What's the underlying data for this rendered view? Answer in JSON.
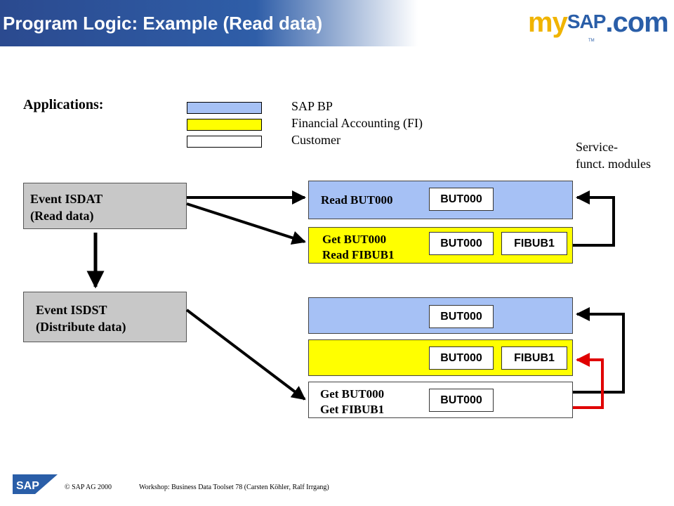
{
  "header": {
    "title": "Program Logic: Example (Read data)",
    "logo_my": "my",
    "logo_sap": "SAP",
    "logo_com": ".com",
    "logo_tm": "TM"
  },
  "legend": {
    "title": "Applications:",
    "items": [
      {
        "label": "SAP BP",
        "color": "#a6c1f5"
      },
      {
        "label": "Financial Accounting (FI)",
        "color": "#ffff00"
      },
      {
        "label": "Customer",
        "color": "#ffffff"
      }
    ]
  },
  "service_label": "Service-\nfunct. modules",
  "events": [
    {
      "label": "Event ISDAT\n(Read data)"
    },
    {
      "label": "Event ISDST\n(Distribute data)"
    }
  ],
  "lanes": {
    "read_bp": {
      "label": "Read BUT000",
      "tables": [
        "BUT000"
      ]
    },
    "read_fi": {
      "label": "Get BUT000\nRead FIBUB1",
      "tables": [
        "BUT000",
        "FIBUB1"
      ]
    },
    "dist_bp": {
      "label": "",
      "tables": [
        "BUT000"
      ]
    },
    "dist_fi": {
      "label": "",
      "tables": [
        "BUT000",
        "FIBUB1"
      ]
    },
    "dist_cust": {
      "label": "Get BUT000\nGet FIBUB1",
      "tables": [
        "BUT000"
      ]
    }
  },
  "colors": {
    "sap_bp": "#a6c1f5",
    "fi": "#ffff00",
    "customer": "#ffffff",
    "highlight_arrow": "#e00000"
  },
  "footer": {
    "copyright": "© SAP AG 2000",
    "workshop": "Workshop: Business Data Toolset 78 (Carsten Köhler, Ralf Irrgang)",
    "sap_logo_text": "SAP"
  }
}
